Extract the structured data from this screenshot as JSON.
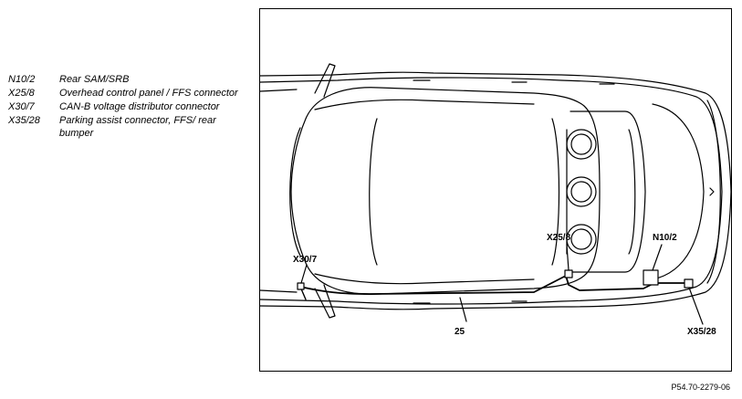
{
  "legend": [
    {
      "code": "N10/2",
      "description": "Rear SAM/SRB"
    },
    {
      "code": "X25/8",
      "description": "Overhead control panel / FFS connector"
    },
    {
      "code": "X30/7",
      "description": "CAN-B voltage distributor connector"
    },
    {
      "code": "X35/28",
      "description": "Parking assist connector, FFS/ rear bumper"
    }
  ],
  "callouts": {
    "x30_7": "X30/7",
    "x25_8": "X25/8",
    "n10_2": "N10/2",
    "x35_28": "X35/28",
    "harness": "25"
  },
  "figure_id": "P54.70-2279-06"
}
